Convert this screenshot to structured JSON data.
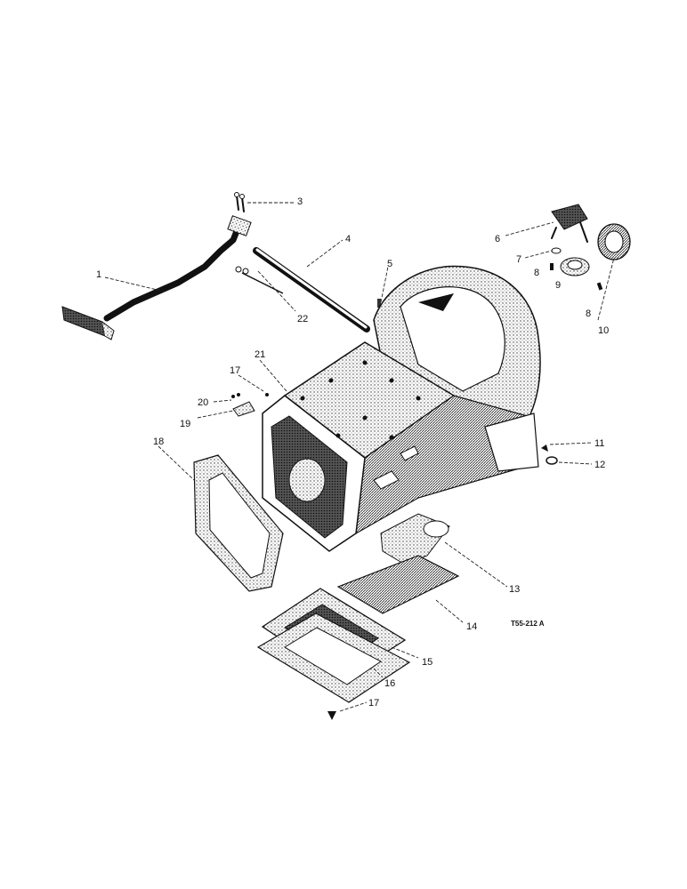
{
  "diagram": {
    "drawing_code": "T55-212 A",
    "callouts": [
      "1",
      "3",
      "4",
      "5",
      "6",
      "7",
      "8",
      "8",
      "9",
      "10",
      "11",
      "12",
      "13",
      "14",
      "15",
      "16",
      "17",
      "17",
      "18",
      "19",
      "20",
      "21",
      "22"
    ]
  }
}
